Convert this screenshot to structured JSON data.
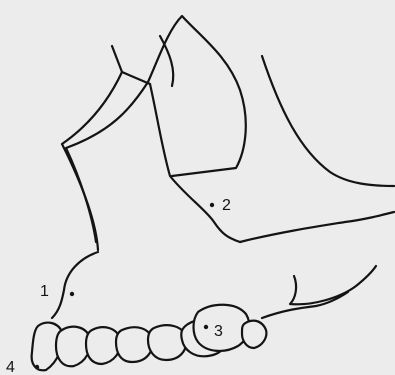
{
  "colors": {
    "background": "#ececec",
    "line": "#141414"
  },
  "labels": {
    "point_1": "1",
    "point_2": "2",
    "point_3": "3",
    "point_4": "4"
  }
}
